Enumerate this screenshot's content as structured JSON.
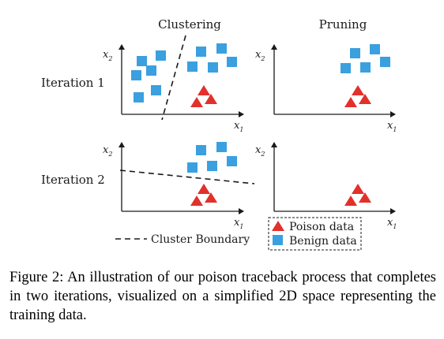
{
  "figure": {
    "col_titles": [
      "Clustering",
      "Pruning"
    ],
    "row_labels": [
      "Iteration 1",
      "Iteration 2"
    ],
    "x_axis_label": "x",
    "x_axis_subscript": "1",
    "y_axis_label": "x",
    "y_axis_subscript": "2",
    "boundary_legend": "Cluster Boundary",
    "legend": {
      "poison": "Poison data",
      "benign": "Benign data"
    },
    "marker_colors": {
      "poison": "#e2302b",
      "benign": "#3aa0df"
    }
  },
  "caption": "Figure 2: An illustration of our poison traceback process that completes in two iterations, visualized on a simplified 2D space representing the training data."
}
